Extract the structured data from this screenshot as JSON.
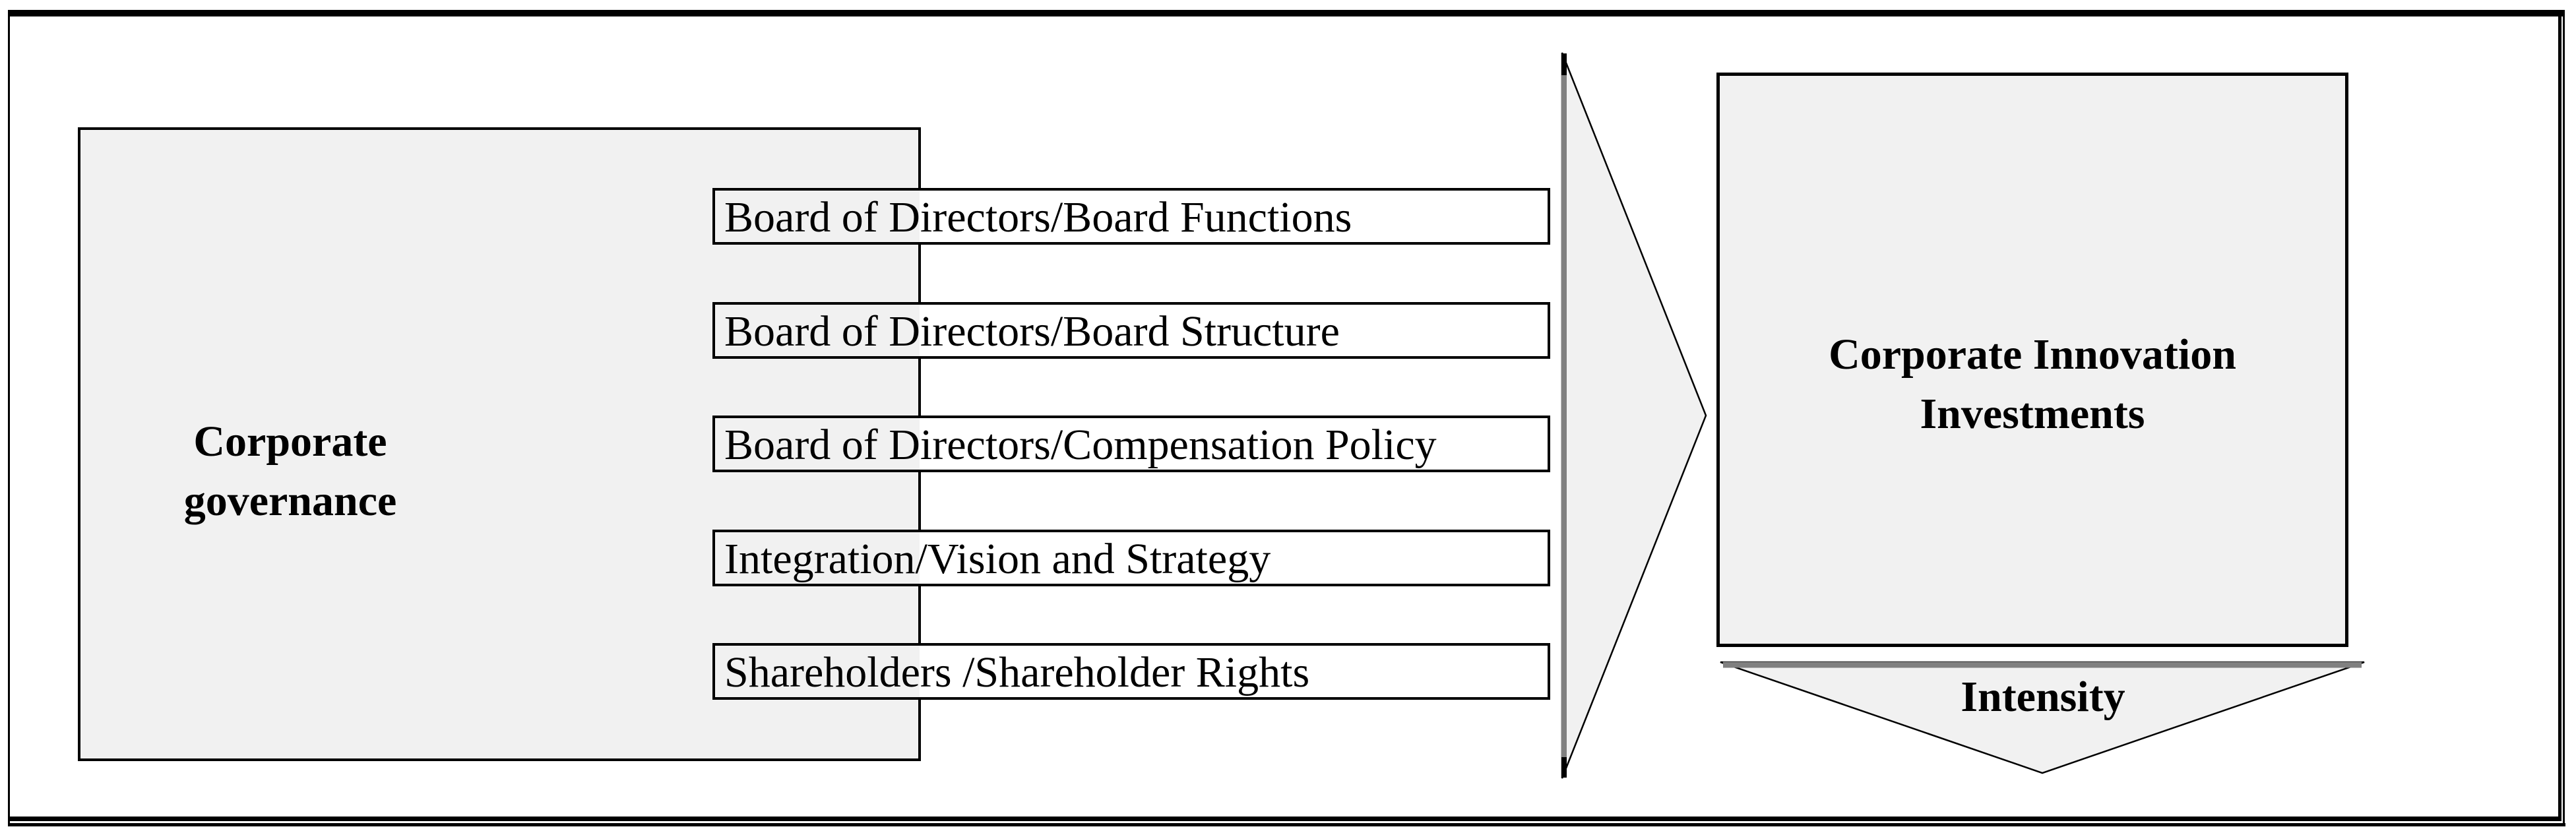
{
  "diagram": {
    "source_box": {
      "label": "Corporate governance"
    },
    "mediator_boxes": [
      {
        "label": "Board of Directors/Board Functions"
      },
      {
        "label": "Board of Directors/Board Structure"
      },
      {
        "label": "Board of Directors/Compensation Policy"
      },
      {
        "label": "Integration/Vision and Strategy"
      },
      {
        "label": "Shareholders /Shareholder Rights"
      }
    ],
    "target_box": {
      "label": "Corporate Innovation Investments"
    },
    "intensity_arrow": {
      "label": "Intensity"
    },
    "colors": {
      "fill_gray": "#f1f1f1",
      "border_black": "#000000",
      "shadow_gray": "#808080",
      "background": "#ffffff"
    }
  }
}
